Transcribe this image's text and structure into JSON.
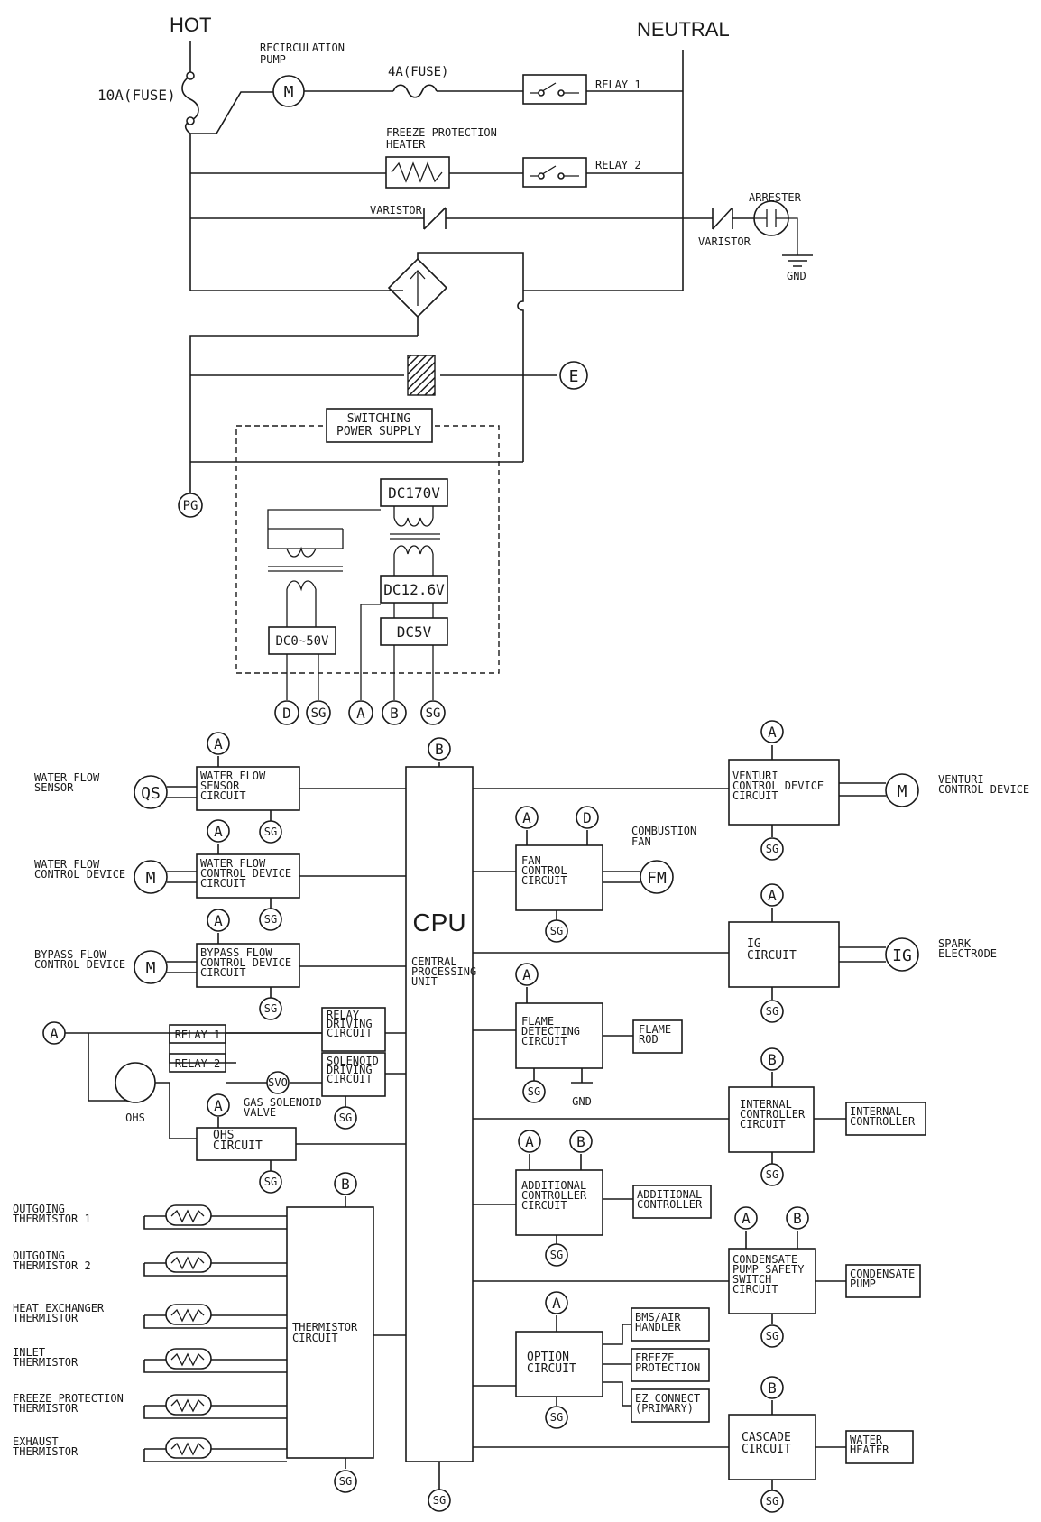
{
  "power": {
    "hot": "HOT",
    "neutral": "NEUTRAL",
    "fuse_main": "10A(FUSE)",
    "recirc_pump": [
      "RECIRCULATION",
      "PUMP"
    ],
    "fuse_4a": "4A(FUSE)",
    "relay1": "RELAY 1",
    "freeze_heater": [
      "FREEZE PROTECTION",
      "HEATER"
    ],
    "relay2": "RELAY 2",
    "varistor": "VARISTOR",
    "arrester": "ARRESTER",
    "varistor2": "VARISTOR",
    "gnd": "GND",
    "switching_ps": [
      "SWITCHING",
      "POWER SUPPLY"
    ],
    "dc170": "DC170V",
    "dc126": "DC12.6V",
    "dc5": "DC5V",
    "dc050": "DC0~50V",
    "motor_sym": "M"
  },
  "nodes": {
    "A": "A",
    "B": "B",
    "D": "D",
    "E": "E",
    "SG": "SG",
    "PG": "PG",
    "SVO": "SVO"
  },
  "blocks": {
    "water_flow_sensor": "WATER FLOW\nSENSOR",
    "qs": "QS",
    "water_flow_sensor_circuit": "WATER FLOW\nSENSOR\nCIRCUIT",
    "water_flow_control_device": "WATER FLOW\nCONTROL DEVICE",
    "water_flow_control_circuit": "WATER FLOW\nCONTROL DEVICE\nCIRCUIT",
    "bypass_flow_control_device": "BYPASS FLOW\nCONTROL DEVICE",
    "bypass_flow_control_circuit": "BYPASS FLOW\nCONTROL DEVICE\nCIRCUIT",
    "relay_1": "RELAY 1",
    "relay_2": "RELAY 2",
    "ohs": "OHS",
    "relay_driving": "RELAY\nDRIVING\nCIRCUIT",
    "solenoid_driving": "SOLENOID\nDRIVING\nCIRCUIT",
    "gas_solenoid": "GAS SOLENOID\nVALVE",
    "ohs_circuit": "OHS\nCIRCUIT",
    "cpu": "CPU",
    "cpu_sub": "CENTRAL\nPROCESSING\nUNIT",
    "fan_control": "FAN\nCONTROL\nCIRCUIT",
    "combustion_fan": "COMBUSTION\nFAN",
    "fm": "FM",
    "flame_detecting": "FLAME\nDETECTING\nCIRCUIT",
    "flame_rod": "FLAME\nROD",
    "additional_controller_circuit": "ADDITIONAL\nCONTROLLER\nCIRCUIT",
    "additional_controller": "ADDITIONAL\nCONTROLLER",
    "option_circuit": "OPTION\nCIRCUIT",
    "bms": "BMS/AIR\nHANDLER",
    "freeze_protection": "FREEZE\nPROTECTION",
    "ez_connect": "EZ CONNECT\n(PRIMARY)",
    "venturi_circuit": "VENTURI\nCONTROL DEVICE\nCIRCUIT",
    "venturi_device": "VENTURI\nCONTROL DEVICE",
    "ig_circuit": "IG\nCIRCUIT",
    "ig": "IG",
    "spark_electrode": "SPARK\nELECTRODE",
    "internal_controller_circuit": "INTERNAL\nCONTROLLER\nCIRCUIT",
    "internal_controller": "INTERNAL\nCONTROLLER",
    "condensate_circuit": "CONDENSATE\nPUMP SAFETY\nSWITCH\nCIRCUIT",
    "condensate_pump": "CONDENSATE\nPUMP",
    "cascade_circuit": "CASCADE\nCIRCUIT",
    "water_heater": "WATER\nHEATER",
    "thermistor_circuit": "THERMISTOR\nCIRCUIT"
  },
  "thermistors": [
    "OUTGOING\nTHERMISTOR 1",
    "OUTGOING\nTHERMISTOR 2",
    "HEAT EXCHANGER\nTHERMISTOR",
    "INLET\nTHERMISTOR",
    "FREEZE PROTECTION\nTHERMISTOR",
    "EXHAUST\nTHERMISTOR"
  ]
}
